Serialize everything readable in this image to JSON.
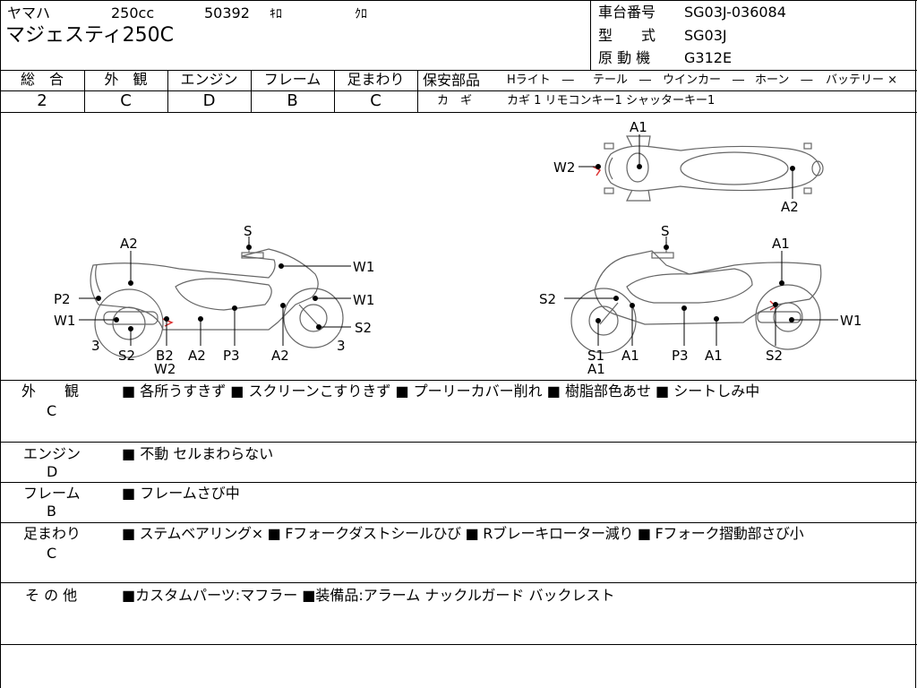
{
  "header": {
    "maker": "ヤマハ",
    "displacement": "250cc",
    "mileage": "50392",
    "mileage_unit": "ｷﾛ",
    "color": "ｸﾛ",
    "model_name": "マジェスティ250C",
    "frame_no_label": "車台番号",
    "frame_no": "SG03J-036084",
    "type_label": "型　　式",
    "type": "SG03J",
    "engine_label": "原 動 機",
    "engine": "G312E"
  },
  "grades": [
    {
      "label": "総　合",
      "value": "2"
    },
    {
      "label": "外　観",
      "value": "C"
    },
    {
      "label": "エンジン",
      "value": "D"
    },
    {
      "label": "フレーム",
      "value": "B"
    },
    {
      "label": "足まわり",
      "value": "C"
    }
  ],
  "safety": {
    "label": "保安部品",
    "headlight": "Hライト　―",
    "tail": "テール　―",
    "winker": "ウインカー　―",
    "horn": "ホーン　―",
    "battery": "バッテリー ×",
    "keys_label": "カ　ギ",
    "keys": "カギ 1  リモコンキー1  シャッターキー1"
  },
  "diagram": {
    "top": {
      "A1": "A1",
      "W2": "W2",
      "A2": "A2"
    },
    "left": {
      "S": "S",
      "A2": "A2",
      "W1a": "W1",
      "P2": "P2",
      "W1b": "W1",
      "W1c": "W1",
      "S2a": "S2",
      "n3a": "3",
      "S2b": "S2",
      "B2": "B2",
      "W2": "W2",
      "A2b": "A2",
      "P3": "P3",
      "A2c": "A2",
      "n3b": "3"
    },
    "right": {
      "S": "S",
      "A1": "A1",
      "S2": "S2",
      "W1": "W1",
      "S1": "S1",
      "A1b": "A1",
      "A1c": "A1",
      "P3": "P3",
      "A1d": "A1",
      "S2b": "S2"
    }
  },
  "remarks": [
    {
      "label": "外　　観",
      "grade": "C",
      "text": "■ 各所うすきず ■ スクリーンこすりきず ■ プーリーカバー削れ ■ 樹脂部色あせ ■ シートしみ中"
    },
    {
      "label": "エンジン",
      "grade": "D",
      "text": "■ 不動 セルまわらない"
    },
    {
      "label": "フレーム",
      "grade": "B",
      "text": "■ フレームさび中"
    },
    {
      "label": "足まわり",
      "grade": "C",
      "text": "■ ステムベアリング× ■ Fフォークダストシールひび ■ Rブレーキローター減り ■ Fフォーク摺動部さび小"
    },
    {
      "label": "そ の 他",
      "grade": "",
      "text": "■カスタムパーツ:マフラー ■装備品:アラーム ナックルガード バックレスト"
    }
  ]
}
